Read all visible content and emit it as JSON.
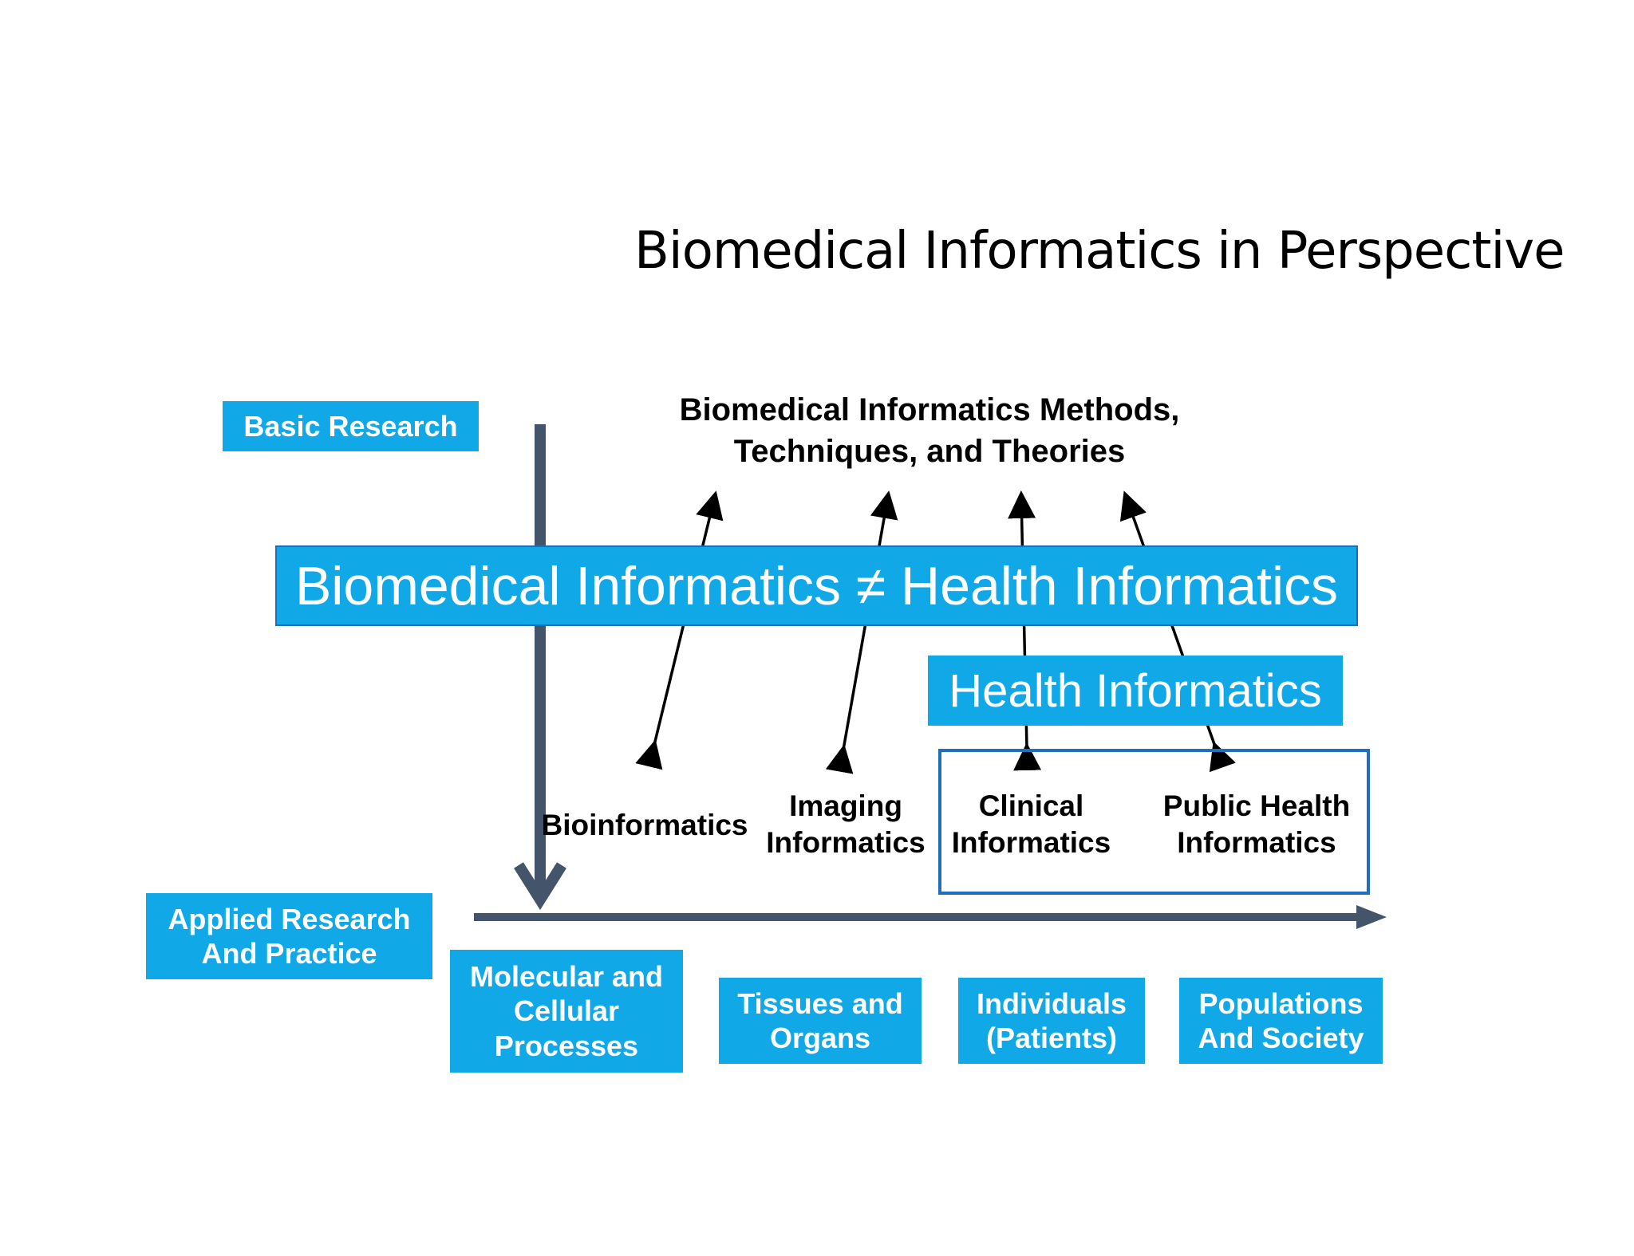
{
  "title": "Biomedical Informatics in Perspective",
  "axes": {
    "vertical_top_label": "Basic Research",
    "vertical_bottom_label": "Applied Research\nAnd Practice"
  },
  "methods_label": "Biomedical Informatics Methods,\nTechniques, and Theories",
  "banner": "Biomedical Informatics ≠ Health Informatics",
  "health_informatics_label": "Health Informatics",
  "subfields": [
    "Bioinformatics",
    "Imaging\nInformatics",
    "Clinical\nInformatics",
    "Public Health\nInformatics"
  ],
  "categories": [
    "Molecular and\nCellular\nProcesses",
    "Tissues and\nOrgans",
    "Individuals\n(Patients)",
    "Populations\nAnd Society"
  ],
  "colors": {
    "box_fill": "#10a8e6",
    "box_text": "#ffffff",
    "axis": "#44546a",
    "frame": "#1f6fc0"
  }
}
